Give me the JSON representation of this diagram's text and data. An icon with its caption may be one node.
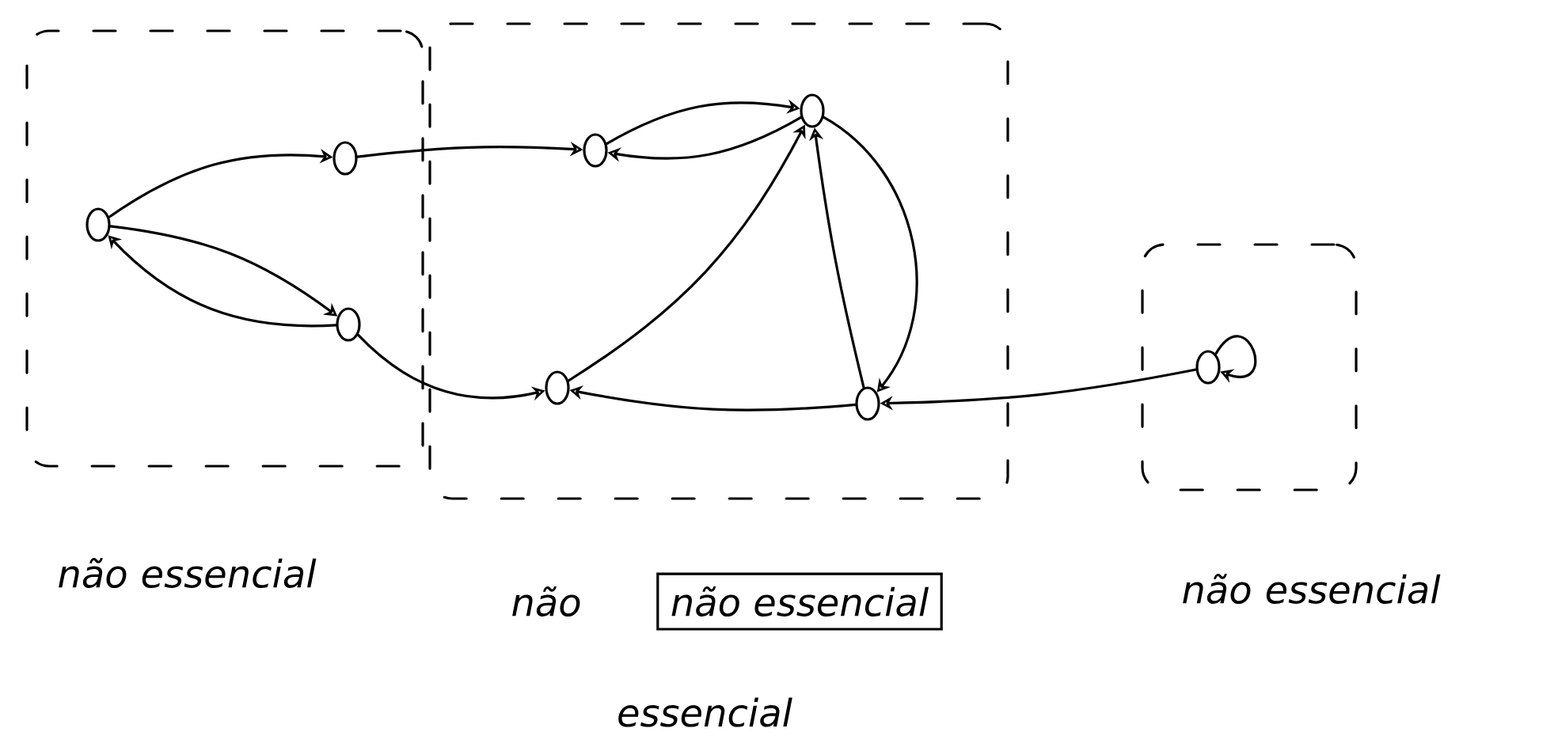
{
  "diagram": {
    "nodes": [
      {
        "text": [
          "não essencial"
        ]
      },
      {
        "text": [],
        "shape": "circle",
        "in": 0
      },
      {
        "text": [],
        "shape": "circle",
        "in": 0
      },
      {
        "text": [],
        "shape": "circle",
        "in": 0
      },
      {
        "text": [
          "não",
          "essencial"
        ]
      },
      {
        "text": [],
        "shape": "circle",
        "in": 4
      },
      {
        "text": [],
        "shape": "circle",
        "in": 4
      },
      {
        "text": [],
        "shape": "circle",
        "in": 4
      },
      {
        "text": [],
        "shape": "circle",
        "in": 4
      },
      {
        "text": [
          "não essencial"
        ]
      },
      {
        "text": [],
        "shape": "circle",
        "in": 9
      },
      {
        "text": [
          "não essencial"
        ]
      }
    ],
    "edges": [
      {
        "from": 1,
        "to": 2,
        "arrow": "to"
      },
      {
        "from": 2,
        "to": 5,
        "arrow": "to"
      },
      {
        "from": 5,
        "to": 6,
        "arrow": "to"
      },
      {
        "from": 6,
        "to": 5,
        "arrow": "to"
      },
      {
        "from": 1,
        "to": 3,
        "arrow": "to"
      },
      {
        "from": 3,
        "to": 1,
        "arrow": "to"
      },
      {
        "from": 3,
        "to": 7,
        "arrow": "to"
      },
      {
        "from": 7,
        "to": 6,
        "arrow": "to"
      },
      {
        "from": 8,
        "to": 6,
        "arrow": "to"
      },
      {
        "from": 6,
        "to": 8,
        "arrow": "to"
      },
      {
        "from": 8,
        "to": 7,
        "arrow": "to"
      },
      {
        "from": 10,
        "to": 8,
        "arrow": "to"
      },
      {
        "from": 10,
        "to": 10,
        "arrow": "to"
      }
    ]
  }
}
